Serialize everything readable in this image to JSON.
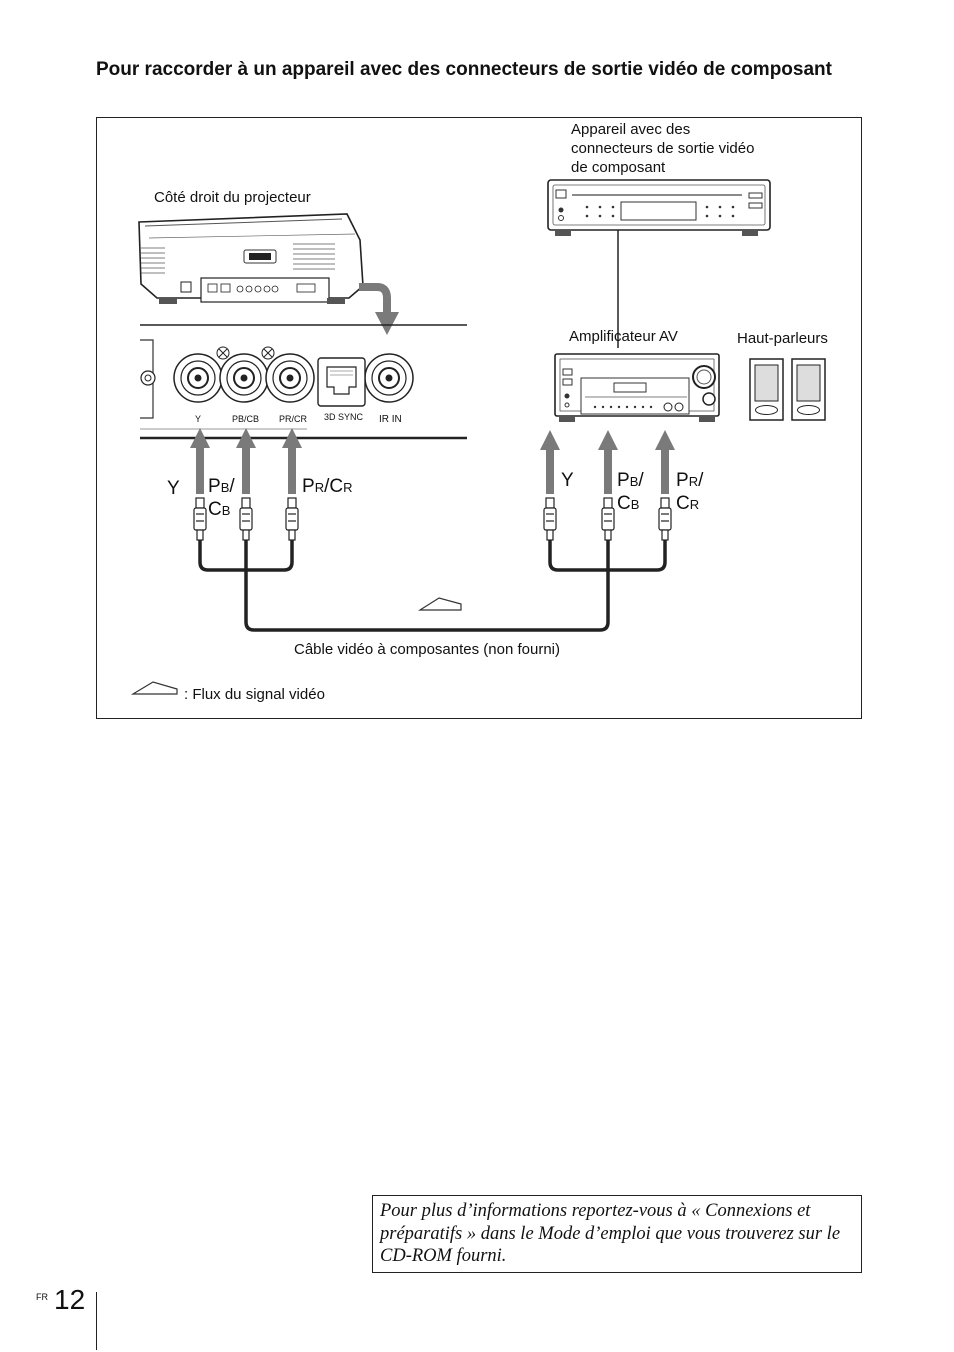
{
  "heading": "Pour raccorder à un appareil avec des connecteurs de sortie vidéo de composant",
  "figure": {
    "source_device_label": [
      "Appareil avec des",
      "connecteurs de sortie vidéo",
      "de composant"
    ],
    "projector_label": "Côté droit du projecteur",
    "amplifier_label": "Amplificateur AV",
    "speakers_label": "Haut-parleurs",
    "ports": {
      "y": "Y",
      "pb": "PB/CB",
      "pr": "PR/CR",
      "sync": "3D SYNC",
      "ir": "IR IN"
    },
    "left_signals": {
      "y": "Y",
      "pb_main": "P",
      "pb_sub": "B",
      "pb_slash": "/",
      "cb_main": "C",
      "cb_sub": "B",
      "pr_main": "P",
      "pr_sub": "R",
      "pr_slash": "/",
      "cr_main": "C",
      "cr_sub": "R"
    },
    "right_signals": {
      "y": "Y",
      "pb_main": "P",
      "pb_sub": "B",
      "pb_slash": "/",
      "cb_main": "C",
      "cb_sub": "B",
      "pr_main": "P",
      "pr_sub": "R",
      "pr_slash": "/",
      "cr_main": "C",
      "cr_sub": "R"
    },
    "cable_label": "Câble vidéo à composantes (non fourni)",
    "legend_label": ": Flux du signal vidéo"
  },
  "note": "Pour plus d’informations reportez-vous à « Connexions et préparatifs » dans le Mode d’emploi que vous trouverez sur le CD-ROM fourni.",
  "footer": {
    "lang": "FR",
    "page": "12"
  }
}
